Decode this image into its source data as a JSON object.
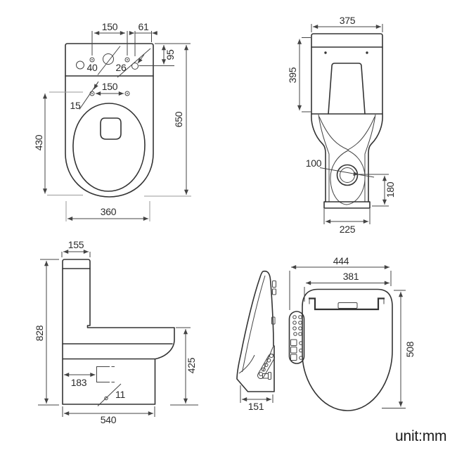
{
  "unit_label": "unit:mm",
  "top_view": {
    "tank_holes_spacing": "150",
    "side_hole_offset": "61",
    "side_hole_depth": "95",
    "large_hole_dia": "40",
    "side_hole_dia": "26",
    "seat_bolt_spacing": "150",
    "seat_bolt_dia": "15",
    "bowl_front_length": "430",
    "overall_length": "650",
    "bowl_width": "360"
  },
  "back_view": {
    "tank_width": "375",
    "tank_height": "395",
    "outlet_dia": "100",
    "outlet_height": "180",
    "base_width": "225"
  },
  "side_view": {
    "tank_depth": "155",
    "overall_height": "828",
    "outlet_setback": "183",
    "fixing_hole_dia": "11",
    "bowl_height": "425",
    "overall_depth": "540"
  },
  "seat_view": {
    "overall_width": "444",
    "seat_width": "381",
    "seat_depth": "508",
    "side_profile_depth": "151"
  },
  "colors": {
    "line": "#333333",
    "background": "#ffffff"
  }
}
